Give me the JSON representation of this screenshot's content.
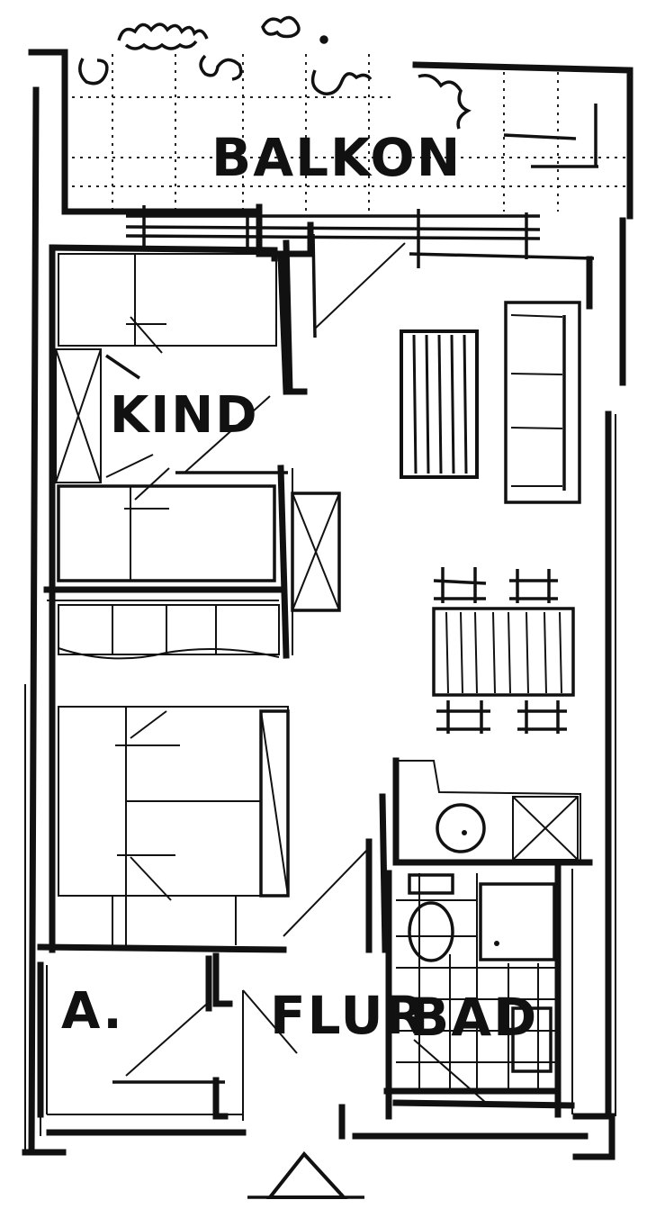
{
  "rooms": {
    "balkon": "BALKON",
    "kind": "KIND",
    "flur": "FLUR",
    "bad": "BAD",
    "abstellraum": "A."
  }
}
